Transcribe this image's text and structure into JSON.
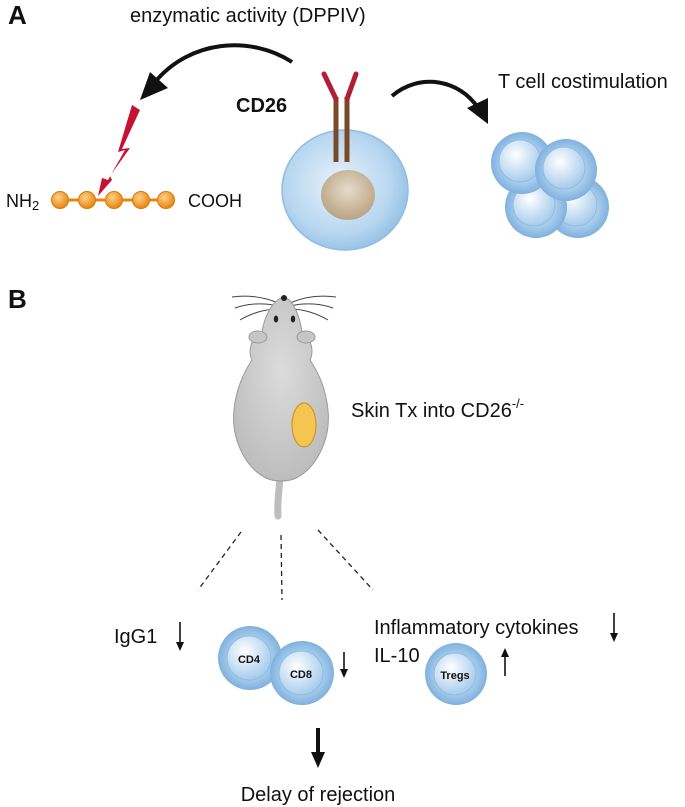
{
  "panel_a": {
    "label": "A",
    "enzymatic_label": "enzymatic activity (DPPIV)",
    "cd26_label": "CD26",
    "costim_label": "T cell costimulation",
    "nh2_label": "NH",
    "nh2_sub": "2",
    "cooh_label": "COOH"
  },
  "panel_b": {
    "label": "B",
    "skin_tx_label": "Skin Tx into CD26",
    "skin_tx_sup": "-/-",
    "igg1_label": "IgG1",
    "cd4_label": "CD4",
    "cd8_label": "CD8",
    "cytokines_label": "Inflammatory cytokines",
    "il10_label": "IL-10",
    "tregs_label": "Tregs",
    "rejection_label": "Delay of rejection"
  },
  "colors": {
    "cell_blue": "#a9cdec",
    "cell_nucleus": "#c9b79c",
    "receptor_brown": "#7a4a28",
    "receptor_red": "#b21e35",
    "peptide_orange": "#f39a1b",
    "lightning_red": "#c41230",
    "mouse_gray": "#cfcfcf",
    "graft_yellow": "#f5c451"
  }
}
